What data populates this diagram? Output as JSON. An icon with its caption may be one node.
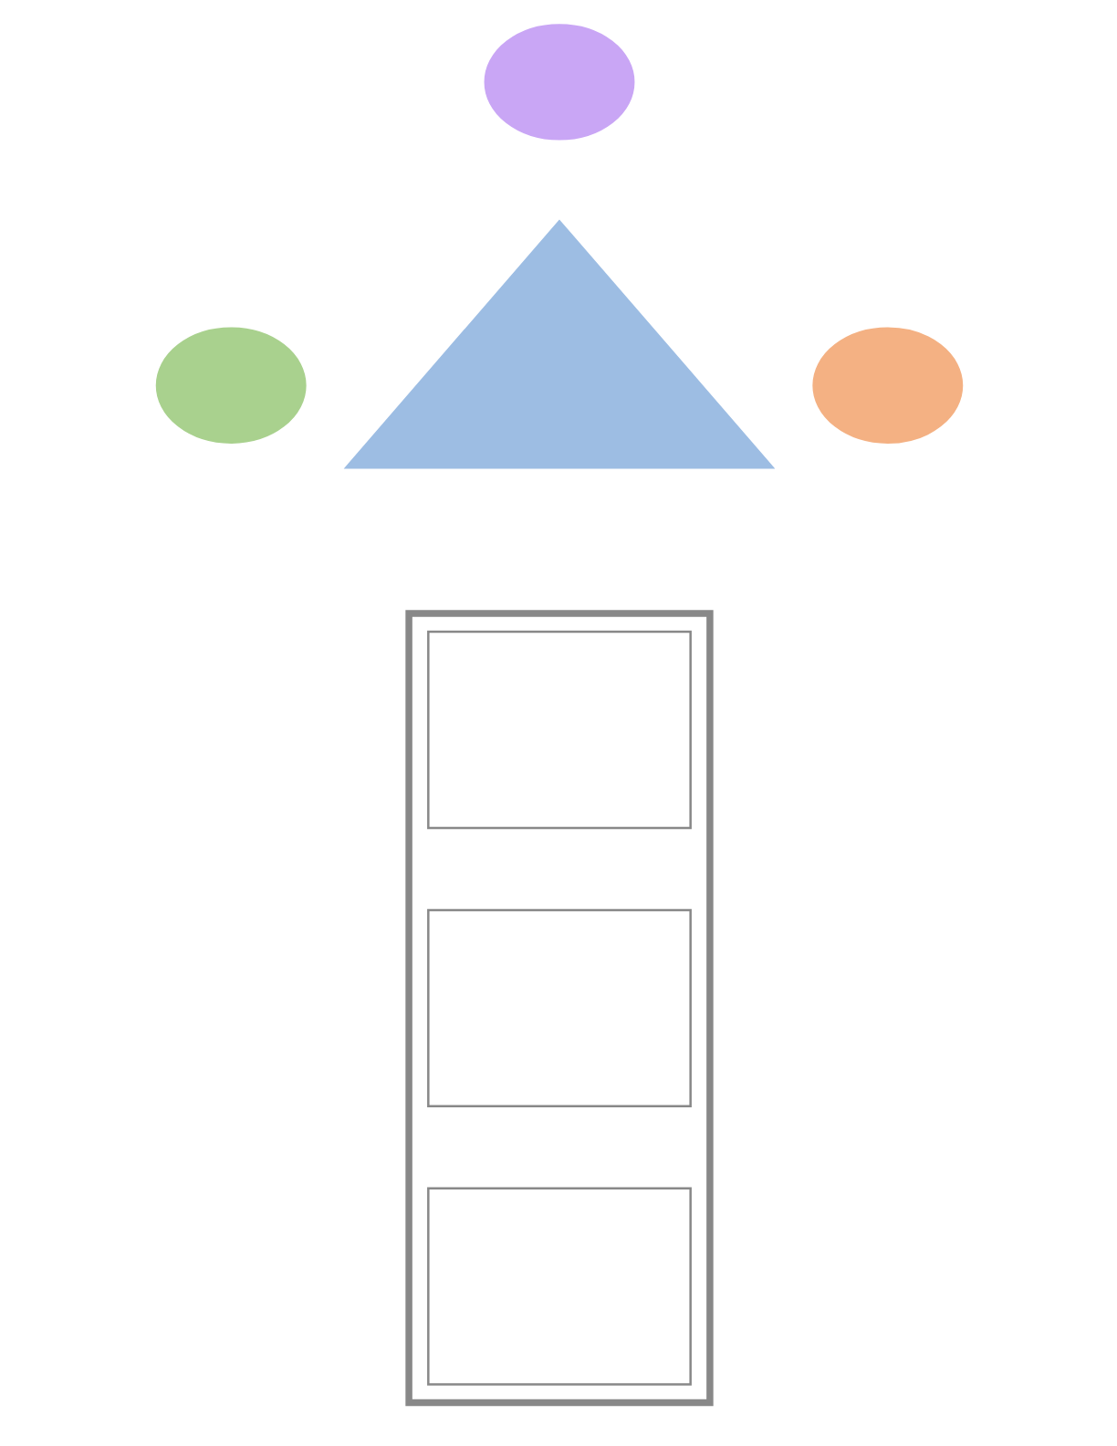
{
  "diagram": {
    "nodes": [
      {
        "text": [],
        "shape": "circle"
      },
      {
        "text": [],
        "shape": "triangle"
      },
      {
        "text": [],
        "shape": "circle"
      },
      {
        "text": [],
        "shape": "circle"
      },
      {
        "text": [],
        "shape": "box"
      },
      {
        "text": [],
        "shape": "box",
        "in": 4
      },
      {
        "text": [],
        "shape": "box",
        "in": 4
      },
      {
        "text": [],
        "shape": "box",
        "in": 4
      }
    ]
  }
}
